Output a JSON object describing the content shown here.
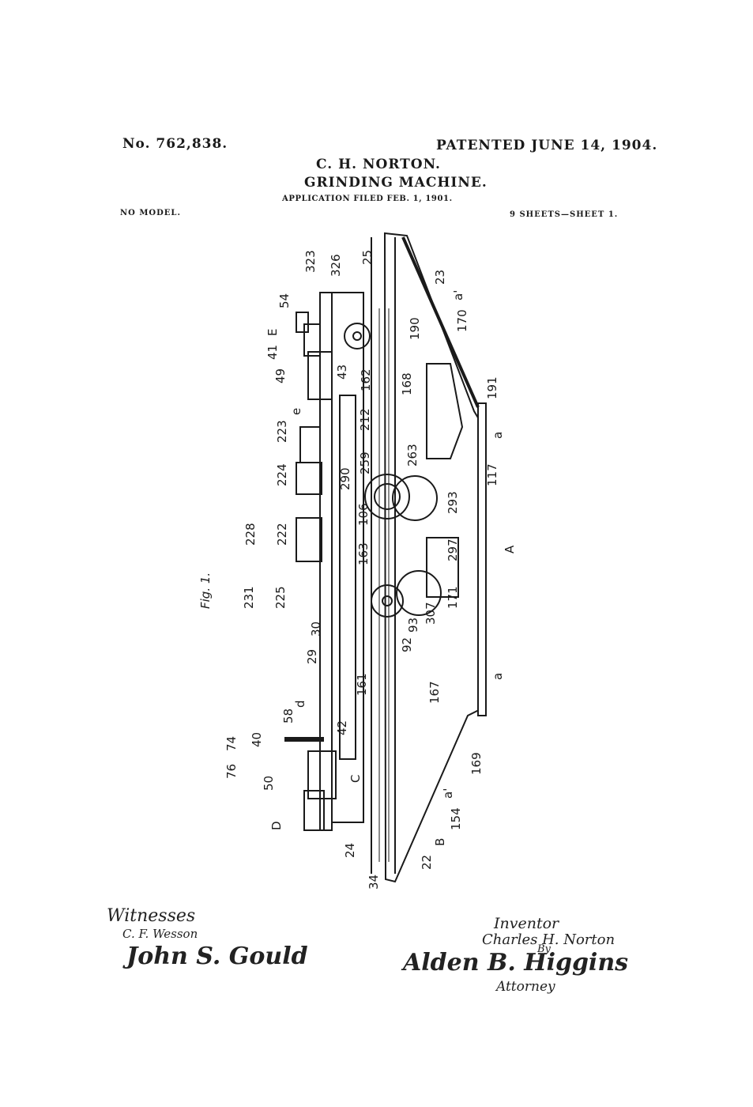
{
  "header": {
    "patent_number": "No. 762,838.",
    "patent_date": "PATENTED JUNE 14, 1904.",
    "inventor": "C. H. NORTON.",
    "title": "GRINDING MACHINE.",
    "application": "APPLICATION FILED FEB. 1, 1901.",
    "model": "NO MODEL.",
    "sheets": "9 SHEETS—SHEET 1."
  },
  "figure": {
    "label": "Fig. 1.",
    "numerals": [
      "323",
      "326",
      "25",
      "23",
      "a'",
      "54",
      "E",
      "41",
      "49",
      "170",
      "190",
      "43",
      "162",
      "168",
      "191",
      "e",
      "223",
      "212",
      "259",
      "263",
      "a",
      "224",
      "290",
      "117",
      "293",
      "222",
      "228",
      "106",
      "163",
      "297",
      "A",
      "231",
      "225",
      "171",
      "307",
      "93",
      "92",
      "30",
      "29",
      "161",
      "167",
      "d",
      "58",
      "42",
      "74",
      "40",
      "76",
      "50",
      "C",
      "169",
      "a'",
      "154",
      "D",
      "24",
      "B",
      "22",
      "34",
      "a"
    ]
  },
  "signatures": {
    "witnesses_label": "Witnesses",
    "witness_1": "C. F. Wesson",
    "witness_2": "John S. Gould",
    "inventor_label": "Inventor",
    "inventor_name": "Charles H. Norton",
    "by_label": "By",
    "attorney_signature": "Alden B. Higgins",
    "attorney_label": "Attorney"
  }
}
